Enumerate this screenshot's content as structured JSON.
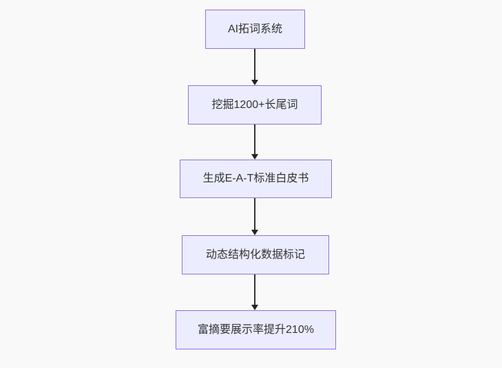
{
  "diagram": {
    "type": "flowchart",
    "direction": "top-down",
    "nodes": [
      {
        "id": "A",
        "label": "AI拓词系统"
      },
      {
        "id": "B",
        "label": "挖掘1200+长尾词"
      },
      {
        "id": "C",
        "label": "生成E-A-T标准白皮书"
      },
      {
        "id": "D",
        "label": "动态结构化数据标记"
      },
      {
        "id": "E",
        "label": "富摘要展示率提升210%"
      }
    ],
    "edges": [
      {
        "from": "A",
        "to": "B"
      },
      {
        "from": "B",
        "to": "C"
      },
      {
        "from": "C",
        "to": "D"
      },
      {
        "from": "D",
        "to": "E"
      }
    ],
    "colors": {
      "background": "#f9f9f9",
      "node_fill": "#ECECFF",
      "node_border": "#9370DB",
      "arrow": "#333333",
      "text": "#333333"
    }
  }
}
